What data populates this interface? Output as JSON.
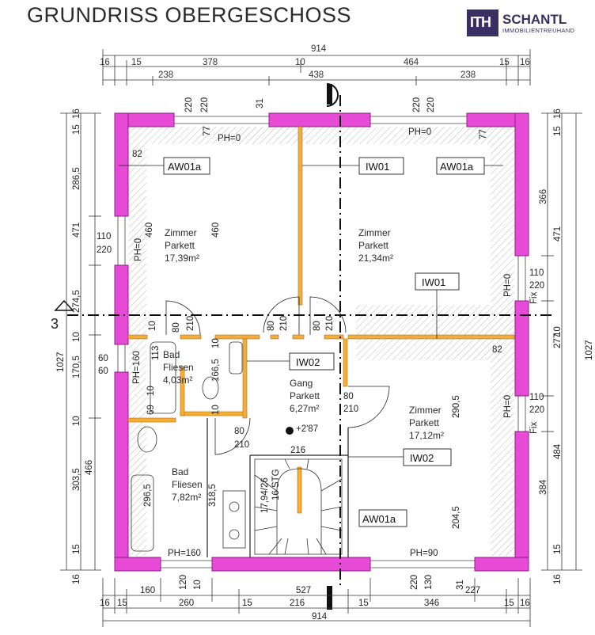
{
  "title": "GRUNDRISS OBERGESCHOSS",
  "logo": {
    "mark": "ITH",
    "name": "SCHANTL",
    "sub": "IMMOBILIENTREUHAND"
  },
  "colors": {
    "wall": "#e64ad6",
    "wallEdge": "#9b1f8e",
    "partition": "#f0a830",
    "hatch": "#b0b0b0",
    "line": "#222222"
  },
  "rooms": {
    "zimmer1": {
      "name": "Zimmer",
      "floor": "Parkett",
      "area": "17,39m²"
    },
    "zimmer2": {
      "name": "Zimmer",
      "floor": "Parkett",
      "area": "21,34m²"
    },
    "bad1": {
      "name": "Bad",
      "floor": "Fliesen",
      "area": "4,03m²"
    },
    "gang": {
      "name": "Gang",
      "floor": "Parkett",
      "area": "6,27m²"
    },
    "zimmer3": {
      "name": "Zimmer",
      "floor": "Parkett",
      "area": "17,12m²"
    },
    "bad2": {
      "name": "Bad",
      "floor": "Fliesen",
      "area": "7,82m²"
    }
  },
  "tags": {
    "aw01a_1": "AW01a",
    "iw01_1": "IW01",
    "aw01a_2": "AW01a",
    "iw01_2": "IW01",
    "iw02_1": "IW02",
    "iw02_2": "IW02",
    "aw01a_3": "AW01a"
  },
  "top_dims": {
    "total": "914",
    "row1": [
      "16",
      "15",
      "378",
      "10",
      "464",
      "15",
      "16"
    ],
    "row2": [
      "238",
      "438",
      "238"
    ]
  },
  "bottom_dims": {
    "total": "914",
    "row1": [
      "16",
      "15",
      "260",
      "15",
      "216",
      "15",
      "346",
      "15",
      "16"
    ],
    "row2": [
      "160",
      "120",
      "10",
      "527",
      "220",
      "130",
      "31",
      "227"
    ]
  },
  "left_dims": {
    "total": "1027",
    "a": [
      "15",
      "16",
      "286,5",
      "471",
      "274,5",
      "10",
      "170,5",
      "10",
      "303,5",
      "466",
      "15",
      "16"
    ],
    "window": [
      "110",
      "220"
    ],
    "win2": [
      "60",
      "60"
    ]
  },
  "right_dims": {
    "total": "1027",
    "a": [
      "15",
      "16",
      "366",
      "471",
      "277",
      "10",
      "484",
      "384",
      "15",
      "16"
    ],
    "win1": [
      "110",
      "220"
    ],
    "win2": [
      "110",
      "220"
    ]
  },
  "inner": {
    "ph0_1": "PH=0",
    "ph0_2": "PH=0",
    "ph0_3": "PH=0",
    "ph0_4": "PH=0",
    "ph0_5": "PH=0",
    "ph160_1": "PH=160",
    "ph160_2": "PH=160",
    "ph90": "PH=90",
    "fix1": "Fix",
    "fix2": "Fix",
    "d220a": "220",
    "d220b": "220",
    "d31": "31",
    "d77a": "77",
    "d220c": "220",
    "d220d": "220",
    "d77b": "77",
    "d82a": "82",
    "d82b": "82",
    "d460a": "460",
    "d460b": "460",
    "d10a": "10",
    "d210a": "210",
    "d80a": "80",
    "d210b": "210",
    "d80b": "80",
    "d210c": "210",
    "d80c": "80",
    "d210d": "210",
    "d113": "113",
    "d10b": "10",
    "d1665": "166,5",
    "d10c": "10",
    "d10d": "10",
    "d69": "69",
    "d80d": "80",
    "d210e": "210",
    "d80e": "80",
    "d210f": "210",
    "d2905": "290,5",
    "d2045": "204,5",
    "d2965": "296,5",
    "d3185": "318,5",
    "d216": "216",
    "level": "+2'87",
    "stairs": "17,94/26",
    "stg": "16 STG",
    "axis": "3"
  }
}
